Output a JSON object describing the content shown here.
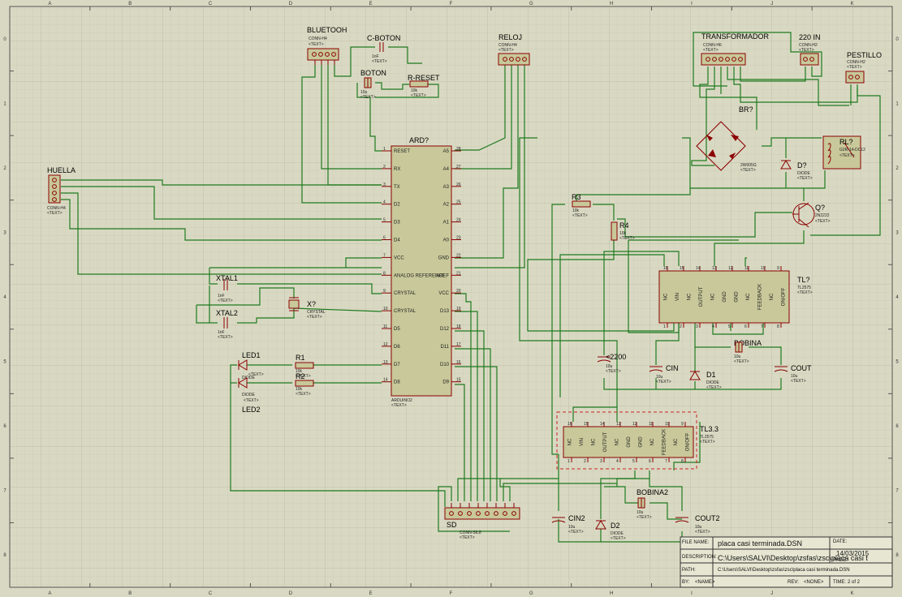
{
  "grid": {
    "cols": [
      "A",
      "B",
      "C",
      "D",
      "E",
      "F",
      "G",
      "H",
      "I",
      "J",
      "K"
    ],
    "rows": [
      "0",
      "1",
      "2",
      "3",
      "4",
      "5",
      "6",
      "7",
      "8"
    ]
  },
  "components": {
    "bluetooth": {
      "ref": "BLUETOOH",
      "value": "CONN-H4",
      "text": "<TEXT>"
    },
    "c_boton": {
      "ref": "C-BOTON",
      "value": "1nF",
      "text": "<TEXT>"
    },
    "boton": {
      "ref": "BOTON",
      "value": "10u",
      "text": "<TEXT>"
    },
    "r_reset": {
      "ref": "R-RESET",
      "value": "10k",
      "text": "<TEXT>"
    },
    "reloj": {
      "ref": "RELOJ",
      "value": "CONN-H4",
      "text": "<TEXT>"
    },
    "transformador": {
      "ref": "TRANSFORMADOR",
      "value": "CONN-H6",
      "text": "<TEXT>"
    },
    "in220": {
      "ref": "220 IN",
      "value": "CONN-H2",
      "text": "<TEXT>"
    },
    "pestillo": {
      "ref": "PESTILLO",
      "value": "CONN-H2",
      "text": "<TEXT>"
    },
    "huella": {
      "ref": "HUELLA",
      "value": "CONN-H4",
      "text": "<TEXT>"
    },
    "br": {
      "ref": "BR?",
      "value": "2W005G",
      "text": "<TEXT>"
    },
    "rl": {
      "ref": "RL?",
      "value": "G2R-14-DC12",
      "text": "<TEXT>"
    },
    "d_rl": {
      "ref": "D?",
      "value": "DIODE",
      "text": "<TEXT>"
    },
    "q": {
      "ref": "Q?",
      "value": "2N2222",
      "text": "<TEXT>"
    },
    "ard": {
      "ref": "ARD?",
      "value": "ARDUINO2",
      "text": "<TEXT>"
    },
    "r3": {
      "ref": "R3",
      "value": "10k",
      "text": "<TEXT>"
    },
    "r4": {
      "ref": "R4",
      "value": "10k",
      "text": "<TEXT>"
    },
    "xtal1": {
      "ref": "XTAL1",
      "value": "1nF",
      "text": "<TEXT>"
    },
    "xtal2": {
      "ref": "XTAL2",
      "value": "1nF",
      "text": "<TEXT>"
    },
    "x": {
      "ref": "X?",
      "value": "CRYSTAL",
      "text": "<TEXT>"
    },
    "led1": {
      "ref": "LED1",
      "value": "DIODE",
      "text": "<TEXT>"
    },
    "led2": {
      "ref": "LED2",
      "value": "DIODE",
      "text": "<TEXT>"
    },
    "r1": {
      "ref": "R1",
      "value": "10k",
      "text": "<TEXT>"
    },
    "r2": {
      "ref": "R2",
      "value": "10k",
      "text": "<TEXT>"
    },
    "tl": {
      "ref": "TL?",
      "value": "TL2575",
      "text": "<TEXT>"
    },
    "c2200": {
      "ref": "<2200",
      "value": "10u",
      "text": "<TEXT>"
    },
    "cin": {
      "ref": "CIN",
      "value": "10u",
      "text": "<TEXT>"
    },
    "d1": {
      "ref": "D1",
      "value": "DIODE",
      "text": "<TEXT>"
    },
    "bobina": {
      "ref": "BOBINA",
      "value": "10u",
      "text": "<TEXT>"
    },
    "cout": {
      "ref": "COUT",
      "value": "10u",
      "text": "<TEXT>"
    },
    "tl33": {
      "ref": "TL3.3",
      "value": "TL2575",
      "text": "<TEXT>"
    },
    "cin2": {
      "ref": "CIN2",
      "value": "10u",
      "text": "<TEXT>"
    },
    "d2": {
      "ref": "D2",
      "value": "DIODE",
      "text": "<TEXT>"
    },
    "bobina2": {
      "ref": "BOBINA2",
      "value": "10u",
      "text": "<TEXT>"
    },
    "cout2": {
      "ref": "COUT2",
      "value": "10u",
      "text": "<TEXT>"
    },
    "sd": {
      "ref": "SD",
      "value": "CONN-SIL8",
      "text": "<TEXT>"
    }
  },
  "arduino_pins": {
    "left": [
      "RESET",
      "RX",
      "TX",
      "D2",
      "D3",
      "D4",
      "VCC",
      "ANALOG REFERENCE",
      "CRYSTAL",
      "CRYSTAL",
      "D5",
      "D6",
      "D7",
      "D8"
    ],
    "left_nums": [
      "1",
      "2",
      "3",
      "4",
      "5",
      "6",
      "7",
      "8",
      "9",
      "10",
      "11",
      "12",
      "13",
      "14"
    ],
    "right": [
      "A5",
      "A4",
      "A3",
      "A2",
      "A1",
      "A0",
      "GND",
      "AREF",
      "VCC",
      "D13",
      "D12",
      "D11",
      "D10",
      "D9"
    ],
    "right_nums": [
      "28",
      "27",
      "26",
      "25",
      "24",
      "23",
      "22",
      "21",
      "20",
      "19",
      "18",
      "17",
      "16",
      "15"
    ]
  },
  "regulator_pins": {
    "top": [
      "NC",
      "VIN",
      "NC",
      "OUTPUT",
      "NC",
      "GND",
      "GND",
      "NC",
      "FEEDBACK",
      "NC",
      "ON/OFF"
    ],
    "nums_top": [
      "16",
      "15",
      "14",
      "13",
      "12",
      "11",
      "10",
      "9"
    ],
    "nums_bottom": [
      "1",
      "2",
      "3",
      "4",
      "5",
      "6",
      "7",
      "8"
    ]
  },
  "title_block": {
    "file_name_label": "FILE NAME:",
    "file_name": "placa casi terminada.DSN",
    "date_label": "DATE:",
    "date": "14/03/2015",
    "description_label": "DESCRIPTION:",
    "description": "C:\\Users\\SALVI\\Desktop\\zsfas\\zsc\\placa casi t",
    "page_label": "PAGE:",
    "path_label": "PATH:",
    "path": "C:\\Users\\SALVI\\Desktop\\zsfas\\zsc\\placa casi terminada.DSN",
    "by_label": "BY:",
    "by": "<NAME>",
    "rev_label": "REV:",
    "rev": "<NONE>",
    "time_label": "TIME:",
    "page": "2 of 2"
  }
}
